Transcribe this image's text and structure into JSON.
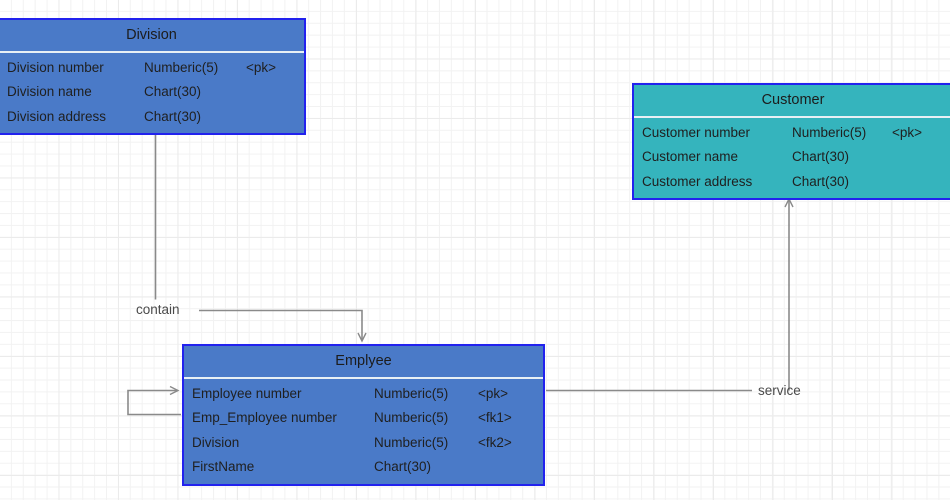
{
  "diagram": {
    "type": "entity-relationship-diagram",
    "background": "#ffffff",
    "grid_color": "#f0f0f0",
    "line_color": "#808080"
  },
  "entities": [
    {
      "id": "division",
      "title": "Division",
      "fill": "#4a7ac8",
      "border": "#2222ee",
      "attributes": [
        {
          "name": "Division number",
          "type": "Numberic(5)",
          "key": "<pk>"
        },
        {
          "name": "Division name",
          "type": "Chart(30)",
          "key": ""
        },
        {
          "name": "Division address",
          "type": "Chart(30)",
          "key": ""
        }
      ]
    },
    {
      "id": "customer",
      "title": "Customer",
      "fill": "#35b4bd",
      "border": "#2222ee",
      "attributes": [
        {
          "name": "Customer number",
          "type": "Numberic(5)",
          "key": "<pk>"
        },
        {
          "name": "Customer name",
          "type": "Chart(30)",
          "key": ""
        },
        {
          "name": "Customer address",
          "type": "Chart(30)",
          "key": ""
        }
      ]
    },
    {
      "id": "emplyee",
      "title": "Emplyee",
      "fill": "#4a7ac8",
      "border": "#2222ee",
      "attributes": [
        {
          "name": "Employee number",
          "type": "Numberic(5)",
          "key": "<pk>"
        },
        {
          "name": "Emp_Employee number",
          "type": "Numberic(5)",
          "key": "<fk1>"
        },
        {
          "name": "Division",
          "type": "Numberic(5)",
          "key": "<fk2>"
        },
        {
          "name": "FirstName",
          "type": "Chart(30)",
          "key": ""
        }
      ]
    }
  ],
  "relationships": [
    {
      "id": "contain",
      "label": "contain",
      "from": "division",
      "to": "emplyee"
    },
    {
      "id": "service",
      "label": "service",
      "from": "emplyee",
      "to": "customer"
    },
    {
      "id": "selfref",
      "label": "",
      "from": "emplyee",
      "to": "emplyee"
    }
  ]
}
